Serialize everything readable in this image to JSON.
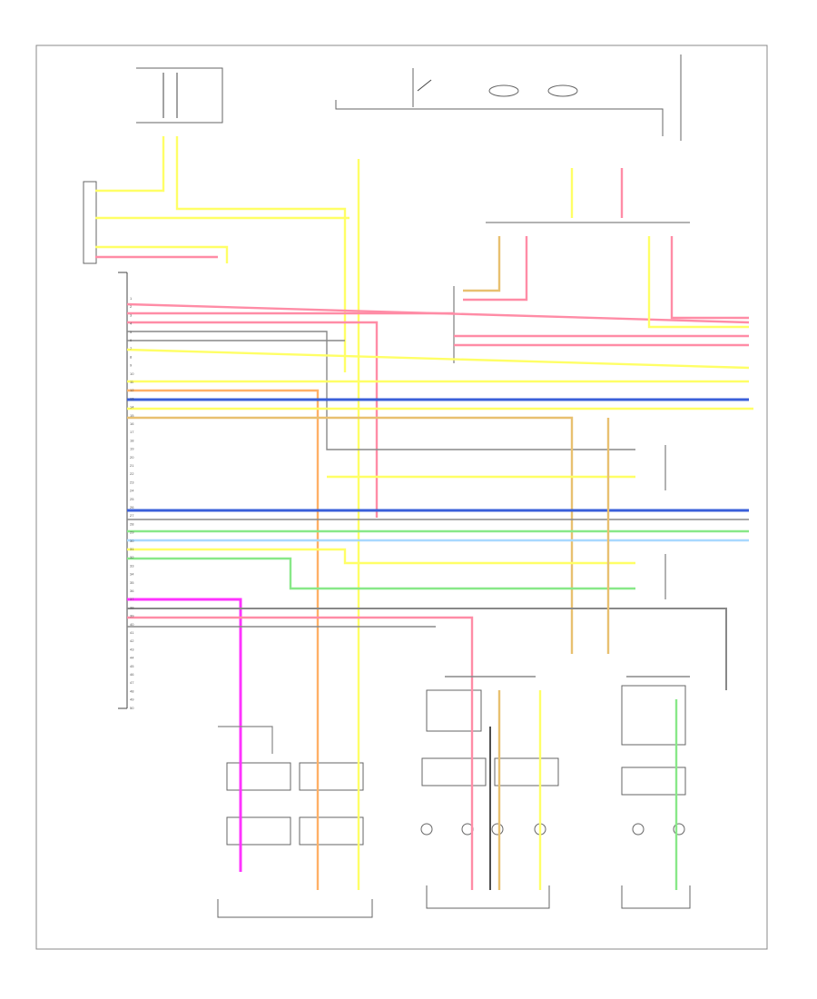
{
  "diagram": {
    "footer_code": "",
    "colors": {
      "yellow": "#ffff66",
      "pink": "#ff8ca6",
      "magenta": "#ff33ff",
      "blue": "#3a5fd9",
      "light_blue": "#a8d8ff",
      "green": "#88e888",
      "orange": "#ffb066",
      "tan": "#e8c070",
      "gray": "#888888",
      "black": "#222222"
    },
    "connector_pins": [
      "1",
      "2",
      "3",
      "4",
      "5",
      "6",
      "7",
      "8",
      "9",
      "10",
      "11",
      "12",
      "13",
      "14",
      "15",
      "16",
      "17",
      "18",
      "19",
      "20",
      "21",
      "22",
      "23",
      "24",
      "25",
      "26",
      "27",
      "28",
      "29",
      "30",
      "31",
      "32",
      "33",
      "34",
      "35",
      "36",
      "37",
      "38",
      "39",
      "40",
      "41",
      "42",
      "43",
      "44",
      "45",
      "46",
      "47",
      "48",
      "49",
      "50"
    ]
  }
}
